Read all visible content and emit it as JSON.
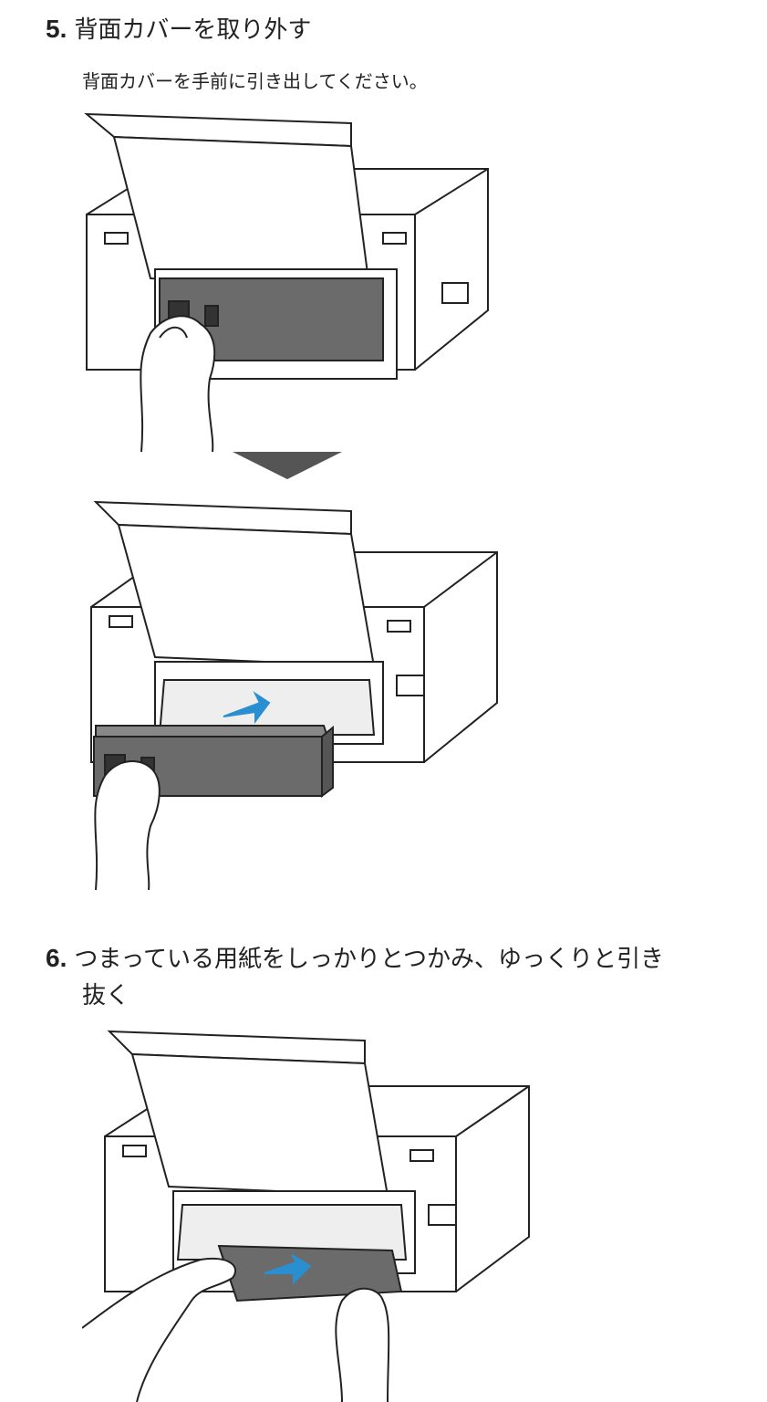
{
  "steps": [
    {
      "number": "5.",
      "title": "背面カバーを取り外す",
      "description": "背面カバーを手前に引き出してください。",
      "illustrations": [
        "printer-grip-rear-cover",
        "down-arrow",
        "printer-rear-cover-removed"
      ]
    },
    {
      "number": "6.",
      "title_line1": "つまっている用紙をしっかりとつかみ、ゆっくりと引き",
      "title_line2": "抜く",
      "illustrations": [
        "printer-pull-jammed-paper"
      ]
    }
  ],
  "colors": {
    "accent_arrow": "#2a8fd0",
    "cover": "#6b6b6b",
    "down_arrow": "#555555"
  }
}
